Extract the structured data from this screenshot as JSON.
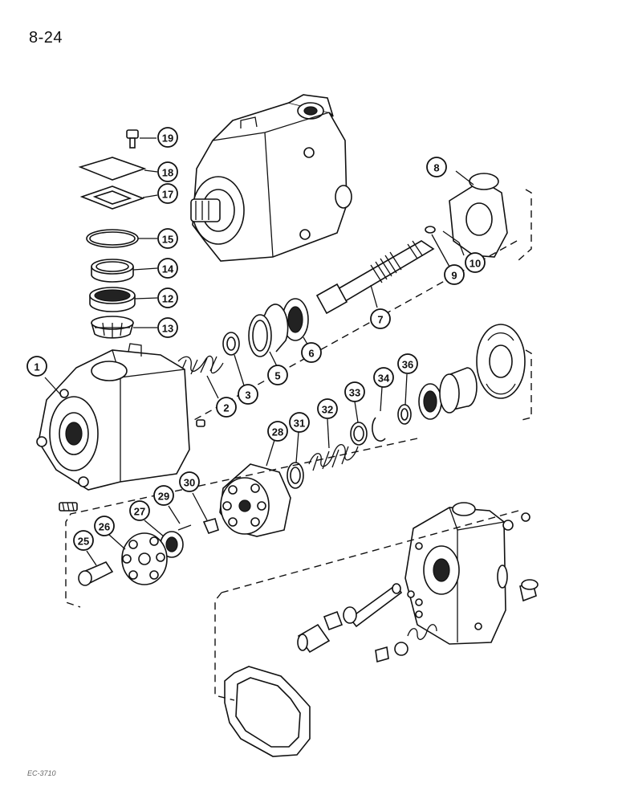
{
  "page": {
    "number": "8-24",
    "footer_code": "EC-3710"
  },
  "callouts": [
    {
      "label": "19"
    },
    {
      "label": "18"
    },
    {
      "label": "17"
    },
    {
      "label": "15"
    },
    {
      "label": "14"
    },
    {
      "label": "12"
    },
    {
      "label": "13"
    },
    {
      "label": "8"
    },
    {
      "label": "10"
    },
    {
      "label": "9"
    },
    {
      "label": "7"
    },
    {
      "label": "6"
    },
    {
      "label": "5"
    },
    {
      "label": "3"
    },
    {
      "label": "2"
    },
    {
      "label": "1"
    },
    {
      "label": "36"
    },
    {
      "label": "34"
    },
    {
      "label": "33"
    },
    {
      "label": "32"
    },
    {
      "label": "31"
    },
    {
      "label": "28"
    },
    {
      "label": "30"
    },
    {
      "label": "29"
    },
    {
      "label": "27"
    },
    {
      "label": "26"
    },
    {
      "label": "25"
    }
  ]
}
